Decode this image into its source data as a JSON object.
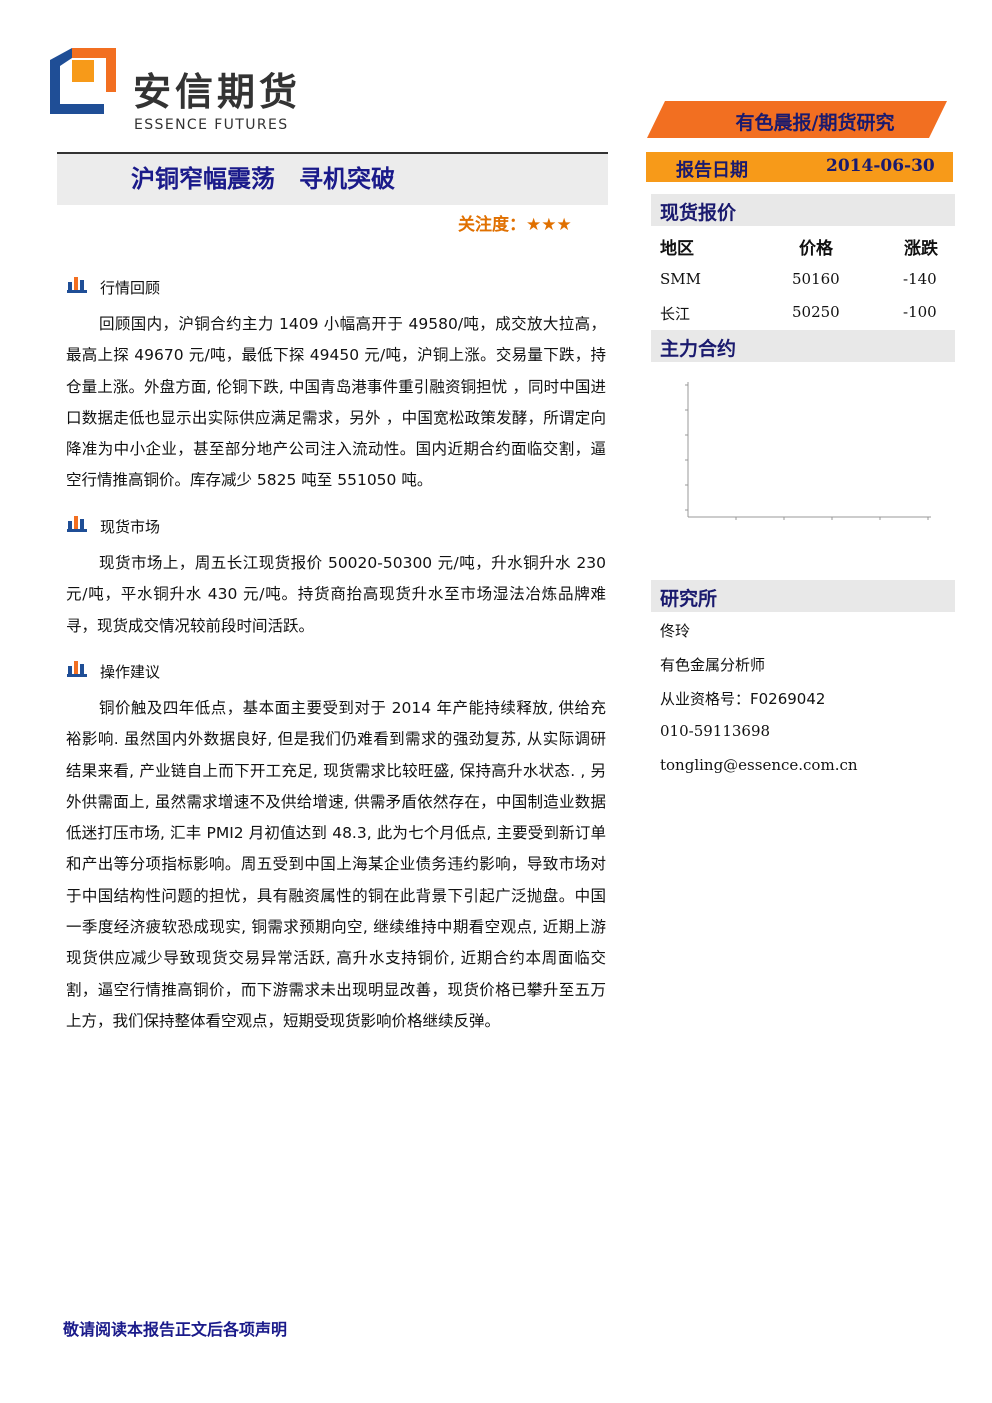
{
  "header": {
    "logo_cn": "安信期货",
    "logo_en": "ESSENCE FUTURES",
    "category": "有色晨报/期货研究"
  },
  "title": "沪铜窄幅震荡　寻机突破",
  "attention": {
    "label": "关注度：",
    "stars": "★★★"
  },
  "report_date": {
    "label": "报告日期",
    "value": "2014-06-30"
  },
  "spot": {
    "heading": "现货报价",
    "columns": [
      "地区",
      "价格",
      "涨跌"
    ],
    "rows": [
      {
        "region": "SMM",
        "price": "50160",
        "change": "-140"
      },
      {
        "region": "长江",
        "price": "50250",
        "change": "-100"
      }
    ]
  },
  "main_contract": {
    "heading": "主力合约"
  },
  "research": {
    "heading": "研究所",
    "name": "佟玲",
    "title": "有色金属分析师",
    "license": "从业资格号：F0269042",
    "phone": "010-59113698",
    "email": "tongling@essence.com.cn"
  },
  "sections": [
    {
      "title": "行情回顾",
      "text": "回顾国内，沪铜合约主力 1409 小幅高开于 49580/吨，成交放大拉高，最高上探 49670 元/吨，最低下探 49450 元/吨，沪铜上涨。交易量下跌，持仓量上涨。外盘方面, 伦铜下跌, 中国青岛港事件重引融资铜担忧 ，同时中国进口数据走低也显示出实际供应满足需求，另外 ，中国宽松政策发酵，所谓定向降准为中小企业，甚至部分地产公司注入流动性。国内近期合约面临交割，逼空行情推高铜价。库存减少 5825 吨至 551050 吨。"
    },
    {
      "title": "现货市场",
      "text": "现货市场上，周五长江现货报价 50020-50300 元/吨，升水铜升水 230 元/吨，平水铜升水 430 元/吨。持货商抬高现货升水至市场湿法冶炼品牌难寻，现货成交情况较前段时间活跃。"
    },
    {
      "title": "操作建议",
      "text": "铜价触及四年低点，基本面主要受到对于 2014 年产能持续释放, 供给充裕影响. 虽然国内外数据良好, 但是我们仍难看到需求的强劲复苏, 从实际调研结果来看, 产业链自上而下开工充足, 现货需求比较旺盛, 保持高升水状态. , 另外供需面上, 虽然需求增速不及供给增速, 供需矛盾依然存在，中国制造业数据低迷打压市场, 汇丰 PMI2 月初值达到 48.3, 此为七个月低点, 主要受到新订单和产出等分项指标影响。周五受到中国上海某企业债务违约影响，导致市场对于中国结构性问题的担忧，具有融资属性的铜在此背景下引起广泛抛盘。中国一季度经济疲软恐成现实, 铜需求预期向空, 继续维持中期看空观点, 近期上游现货供应减少导致现货交易异常活跃, 高升水支持铜价, 近期合约本周面临交割，逼空行情推高铜价，而下游需求未出现明显改善，现货价格已攀升至五万上方，我们保持整体看空观点，短期受现货影响价格继续反弹。"
    }
  ],
  "footer": "敬请阅读本报告正文后各项声明",
  "colors": {
    "orange": "#f79a19",
    "banner_orange": "#f26f21",
    "navy": "#1a1a8a",
    "logo_blue": "#1f4e96"
  }
}
